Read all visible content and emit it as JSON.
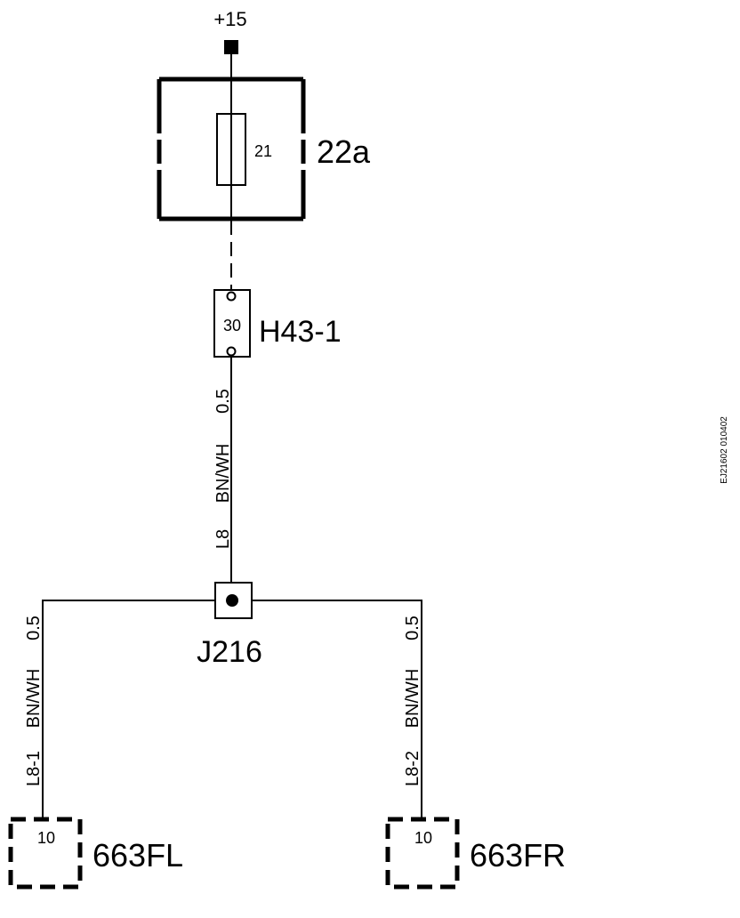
{
  "supply": {
    "label": "+15"
  },
  "fuse_box": {
    "label": "22a",
    "fuse_number": "21"
  },
  "connector_h43": {
    "label": "H43-1",
    "pin": "30"
  },
  "wire_main": {
    "gauge": "0.5",
    "color_code": "BN/WH",
    "id": "L8"
  },
  "junction": {
    "label": "J216"
  },
  "wire_left": {
    "gauge": "0.5",
    "color_code": "BN/WH",
    "id": "L8-1"
  },
  "wire_right": {
    "gauge": "0.5",
    "color_code": "BN/WH",
    "id": "L8-2"
  },
  "connector_left": {
    "label": "663FL",
    "pin": "10"
  },
  "connector_right": {
    "label": "663FR",
    "pin": "10"
  },
  "document_code": "EJ21602 010402"
}
